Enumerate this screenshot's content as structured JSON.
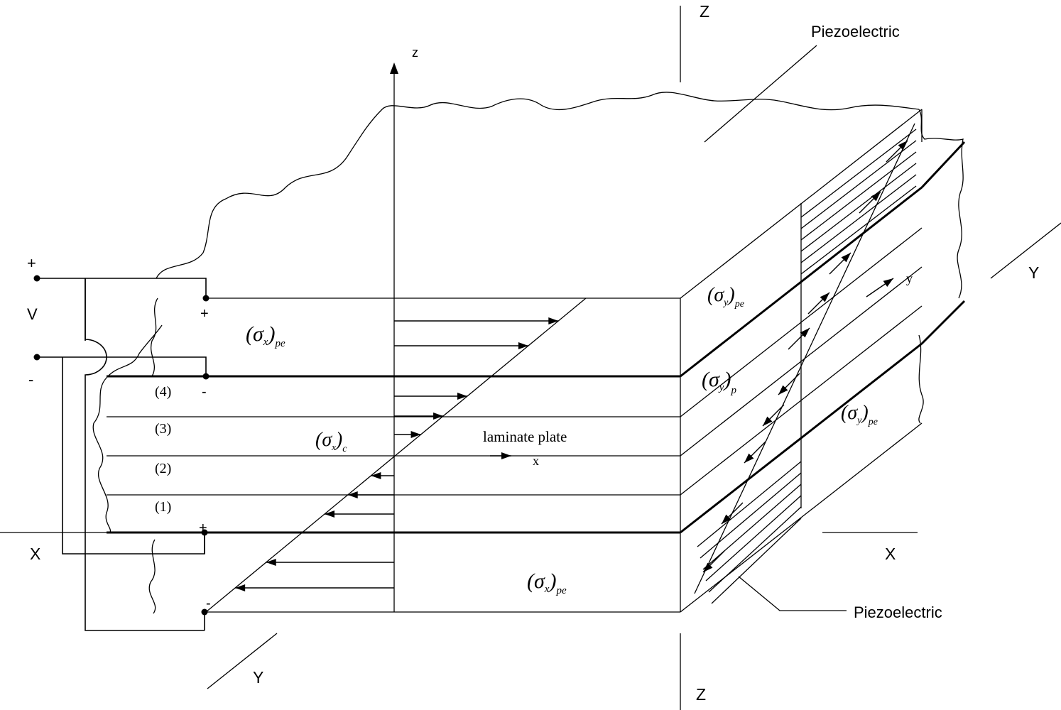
{
  "axes": {
    "global_z_top": "Z",
    "global_z_bottom": "Z",
    "global_x_left": "X",
    "global_x_right": "X",
    "global_y_left": "Y",
    "global_y_right": "Y",
    "local_z": "z",
    "local_x": "x",
    "local_y": "y"
  },
  "labels": {
    "piezo_top": "Piezoelectric",
    "piezo_bottom": "Piezoelectric",
    "laminate": "laminate plate"
  },
  "circuit": {
    "plus": "+",
    "minus": "-",
    "voltage": "V",
    "top_plus": "+",
    "top_minus": "-",
    "bottom_plus": "+",
    "bottom_minus": "-"
  },
  "layers": [
    "(4)",
    "(3)",
    "(2)",
    "(1)"
  ],
  "stresses": {
    "sigma": "σ",
    "sx_top_sub": "x",
    "sx_top_pe": "pe",
    "sx_bottom_sub": "x",
    "sx_bottom_pe": "pe",
    "sx_c_sub": "x",
    "sx_c_c": "c",
    "sy_top_sub": "y",
    "sy_top_pe": "pe",
    "sy_mid_sub": "y",
    "sy_mid_p": "p",
    "sy_bot_sub": "y",
    "sy_bot_pe": "pe"
  }
}
